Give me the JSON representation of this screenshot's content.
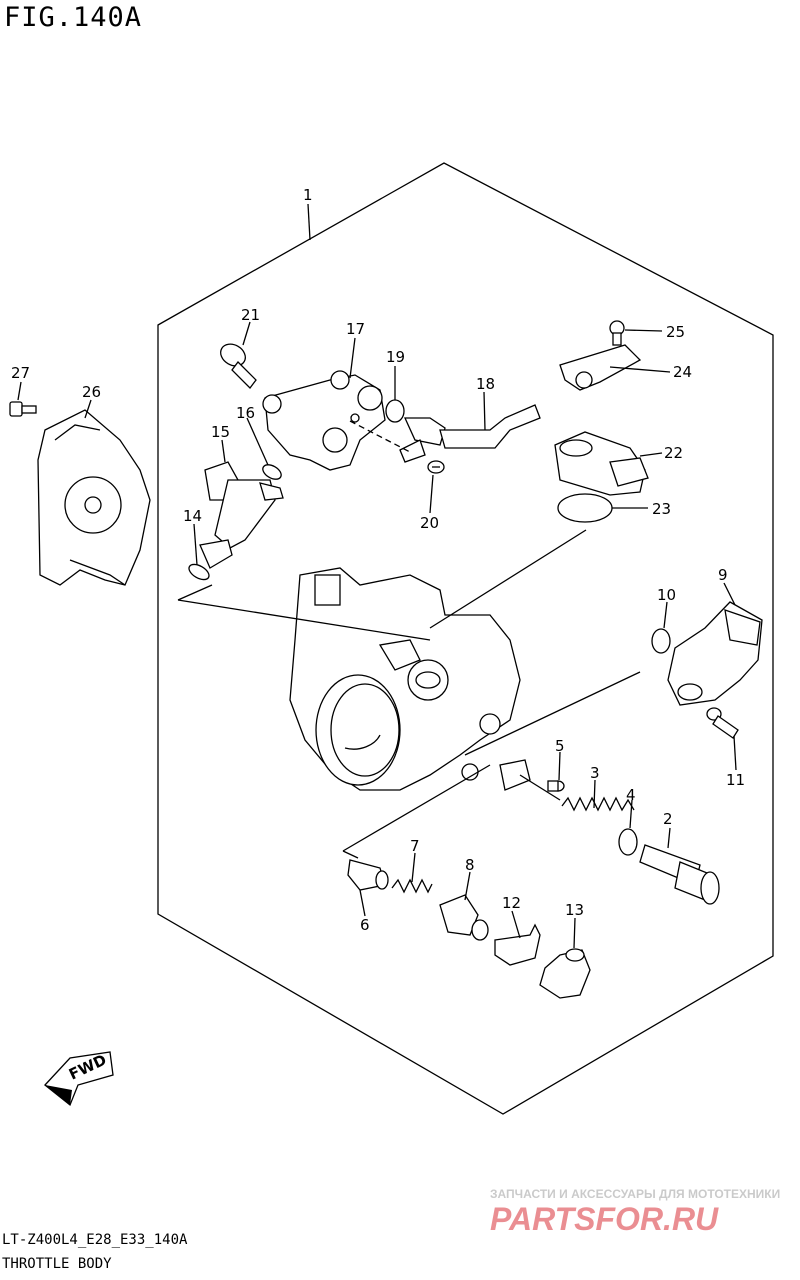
{
  "figure": {
    "title": "FIG.140A",
    "model_code": "LT-Z400L4_E28_E33_140A",
    "section_name": "THROTTLE BODY"
  },
  "fwd_label": "FWD",
  "callouts": [
    "1",
    "2",
    "3",
    "4",
    "5",
    "6",
    "7",
    "8",
    "9",
    "10",
    "11",
    "12",
    "13",
    "14",
    "15",
    "16",
    "17",
    "18",
    "19",
    "20",
    "21",
    "22",
    "23",
    "24",
    "25",
    "26",
    "27"
  ],
  "watermark": {
    "top_line": "ЗАПЧАСТИ И АКСЕССУАРЫ ДЛЯ МОТОТЕХНИКИ",
    "logo": "PARTSFOR.RU",
    "color": "#d9323a"
  }
}
